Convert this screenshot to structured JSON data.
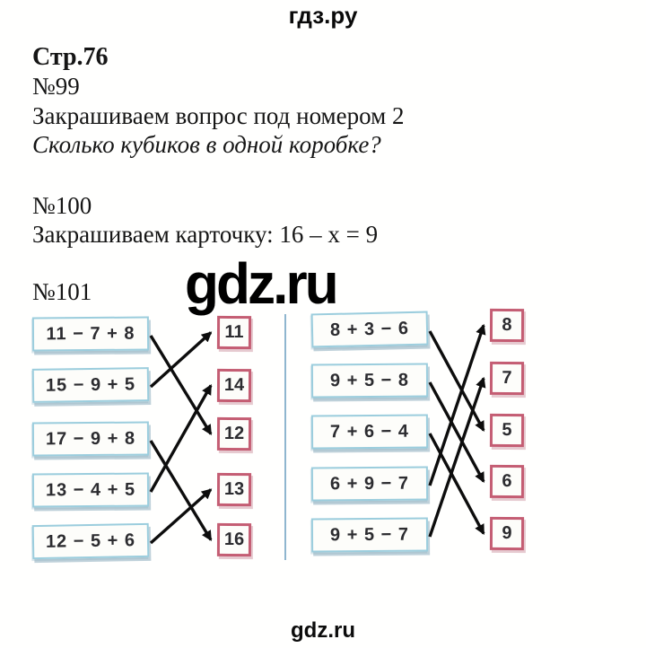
{
  "site": {
    "header_logo": "гдз.ру",
    "watermark": "gdz.ru",
    "footer_logo": "gdz.ru"
  },
  "doc": {
    "page_label": "Стр.76",
    "tasks": [
      {
        "number": "№99",
        "lines": [
          "Закрашиваем вопрос под номером 2",
          "Сколько кубиков в одной коробке?"
        ]
      },
      {
        "number": "№100",
        "lines": [
          "Закрашиваем карточку: 16 – х = 9"
        ]
      },
      {
        "number": "№101",
        "lines": []
      }
    ]
  },
  "matching_exercise": {
    "left": {
      "expressions": [
        "11 − 7 + 8",
        "15 − 9 + 5",
        "17 − 9 + 8",
        "13 − 4 + 5",
        "12 − 5 + 6"
      ],
      "answers": [
        "11",
        "14",
        "12",
        "13",
        "16"
      ],
      "connections": [
        [
          0,
          2
        ],
        [
          1,
          0
        ],
        [
          2,
          4
        ],
        [
          3,
          1
        ],
        [
          4,
          3
        ]
      ]
    },
    "right": {
      "expressions": [
        "8 + 3 − 6",
        "9 + 5 − 8",
        "7 + 6 − 4",
        "6 + 9 − 7",
        "9 + 5 − 7"
      ],
      "answers": [
        "8",
        "7",
        "5",
        "6",
        "9"
      ],
      "connections": [
        [
          0,
          2
        ],
        [
          1,
          3
        ],
        [
          2,
          4
        ],
        [
          3,
          0
        ],
        [
          4,
          1
        ]
      ]
    }
  },
  "colors": {
    "expression_border": "#9bcddd",
    "answer_border": "#c45d73",
    "divider": "#8fb6cf",
    "arrow": "#0d0d0d",
    "text": "#151515"
  }
}
